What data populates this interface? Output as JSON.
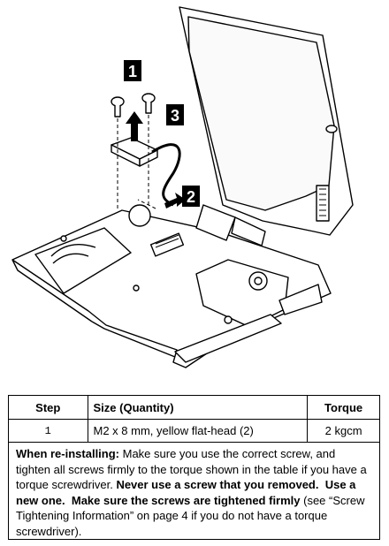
{
  "figure": {
    "callouts": [
      "1",
      "2",
      "3"
    ]
  },
  "table": {
    "headers": {
      "step": "Step",
      "size": "Size (Quantity)",
      "torque": "Torque"
    },
    "rows": [
      {
        "step": "1",
        "size": "M2 x 8 mm, yellow flat-head (2)",
        "torque": "2 kgcm"
      }
    ]
  },
  "note": {
    "lead": "When re-installing:",
    "text1": " Make sure you use the correct screw, and tighten all screws firmly to the torque shown in the table if you have a torque screwdriver. ",
    "bold1": "Never use a screw that you removed.",
    "text2": "  ",
    "bold2": "Use a new one.",
    "text3": "  ",
    "bold3": "Make sure the screws are tightened firmly",
    "text4": " (see “Screw Tightening Information” on page 4 if you do not have a torque screwdriver)."
  }
}
